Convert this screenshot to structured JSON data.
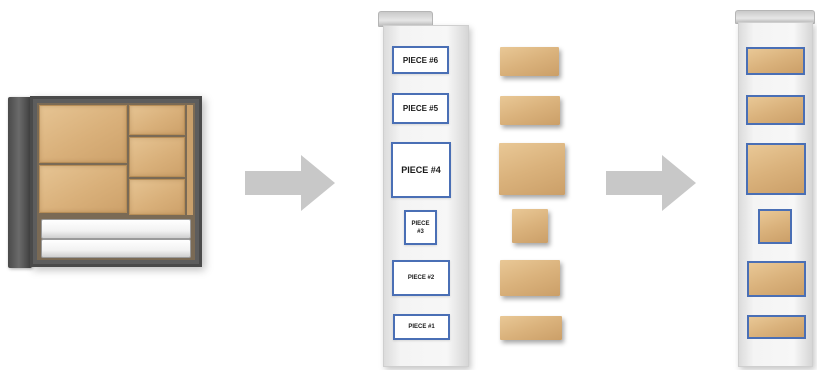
{
  "pieces": [
    {
      "label": "PIECE #6",
      "font_size": 8
    },
    {
      "label": "PIECE #5",
      "font_size": 8
    },
    {
      "label": "PIECE #4",
      "font_size": 9
    },
    {
      "label": "PIECE\n#3",
      "font_size": 6
    },
    {
      "label": "PIECE #2",
      "font_size": 6
    },
    {
      "label": "PIECE #1",
      "font_size": 6
    }
  ],
  "colors": {
    "label_border": "#4a6fb5",
    "cardboard": "#dab27c",
    "arrow": "#c8c8c8"
  },
  "icons": [
    "box-top-view",
    "right-arrow",
    "label-strip",
    "cartons",
    "placed-strip"
  ]
}
